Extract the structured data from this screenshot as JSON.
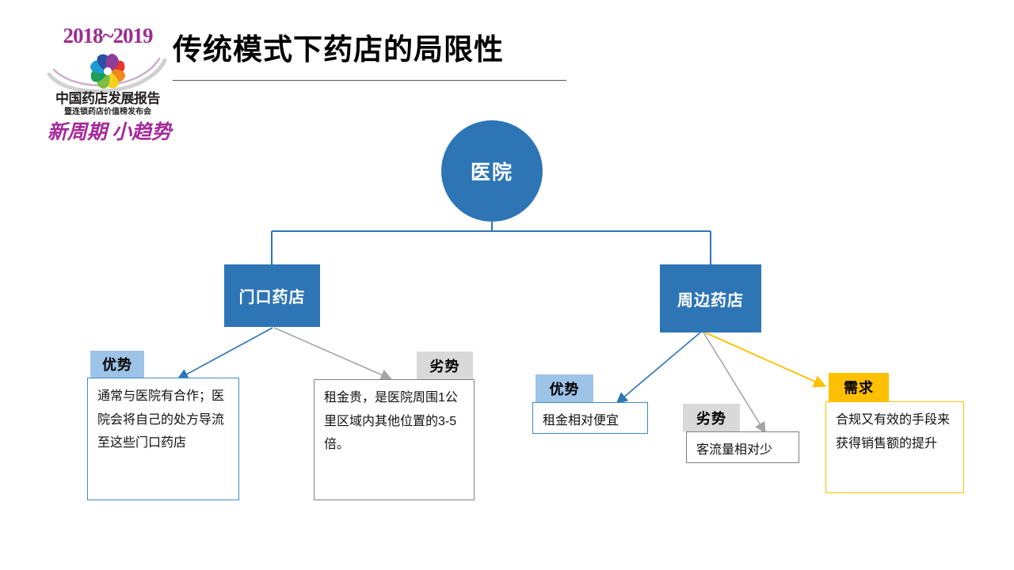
{
  "slide": {
    "title": "传统模式下药店的局限性",
    "background": "#ffffff"
  },
  "logo": {
    "year": "2018~2019",
    "main_text": "中国药店发展报告",
    "sub_text": "暨连锁药店价值榜发布会",
    "slogan": "新周期 小趋势",
    "brand_color": "#9B2D8E",
    "icon": "pinwheel-icon"
  },
  "diagram": {
    "type": "tree",
    "root": {
      "label": "医院",
      "shape": "circle",
      "fill": "#2E75B6",
      "text_color": "#ffffff"
    },
    "branches": [
      {
        "label": "门口药店",
        "shape": "rect",
        "fill": "#2E75B6",
        "text_color": "#ffffff"
      },
      {
        "label": "周边药店",
        "shape": "rect",
        "fill": "#2E75B6",
        "text_color": "#ffffff"
      }
    ],
    "callouts": [
      {
        "id": "advantage-left",
        "badge": "优势",
        "badge_color": "#9DC3E6",
        "border_color": "#3C8BC7",
        "text": "通常与医院有合作；医院会将自己的处方导流至这些门口药店",
        "parent": "门口药店",
        "connector_color": "#2E75B6"
      },
      {
        "id": "disadvantage-left",
        "badge": "劣势",
        "badge_color": "#D9D9D9",
        "border_color": "#808080",
        "text": "租金贵，是医院周围1公里区域内其他位置的3-5倍。",
        "parent": "门口药店",
        "connector_color": "#A6A6A6"
      },
      {
        "id": "advantage-right",
        "badge": "优势",
        "badge_color": "#9DC3E6",
        "border_color": "#3C8BC7",
        "text": "租金相对便宜",
        "parent": "周边药店",
        "connector_color": "#2E75B6"
      },
      {
        "id": "disadvantage-right",
        "badge": "劣势",
        "badge_color": "#D9D9D9",
        "border_color": "#808080",
        "text": "客流量相对少",
        "parent": "周边药店",
        "connector_color": "#A6A6A6"
      },
      {
        "id": "demand",
        "badge": "需求",
        "badge_color": "#FFC000",
        "border_color": "#FFC000",
        "text": "合规又有效的手段来获得销售额的提升",
        "parent": "周边药店",
        "connector_color": "#FFC000"
      }
    ]
  }
}
